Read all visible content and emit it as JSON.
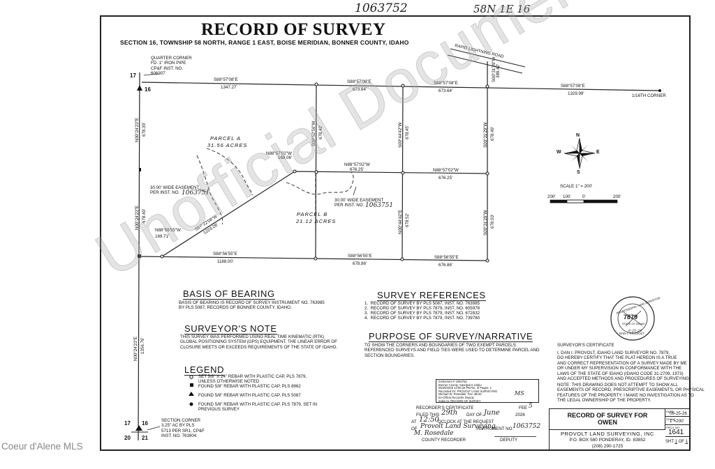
{
  "top_marks": {
    "instrument": "1063752",
    "location": "58N 1E 16"
  },
  "title": "RECORD OF SURVEY",
  "subtitle": "SECTION 16, TOWNSHIP 58 NORTH, RANGE 1 EAST, BOISE MERIDIAN, BONNER COUNTY, IDAHO",
  "quarter_corner": "QUARTER CORNER\nFD. 1\" IRON PIPE\nCP&F INST. NO.\n606307",
  "road": "RAPID LIGHTNING ROAD",
  "corner_1_16": "1/16TH CORNER",
  "section_numbers": {
    "a": "17",
    "b": "16",
    "c": "17",
    "d": "16",
    "e": "20",
    "f": "21"
  },
  "section_corner": "SECTION CORNER\n3.25\" AC BY PLS\n5713 PER SR1, CP&F\nINST. NO. 763904",
  "bearings": {
    "top1": "S88°57'08\"E",
    "top1d": "1347.27'",
    "top2": "S88°57'08\"E",
    "top2d": "673.64'",
    "top3": "S88°57'08\"E",
    "top3d": "673.64'",
    "top4": "S88°57'08\"E",
    "top4d": "1329.99'",
    "road_seg": "S00°31'29\"W",
    "road_segd": "389.42'",
    "v1": "S00°52'56\"W",
    "v1d": "678.42'",
    "v2": "S00°44'42\"W",
    "v2d": "678.45'",
    "v3": "S00°31'29\"W",
    "v3d": "678.49'",
    "v4": "N00°44'42\"E",
    "v4d": "678.52'",
    "v5": "S00°31'29\"W",
    "v5d": "678.50'",
    "west1": "N00°24'23\"E",
    "west1d": "678.39'",
    "west2": "N00°24'23\"E",
    "west2d": "678.40'",
    "west3": "N00°24'23\"E",
    "west3d": "1356.79'",
    "mid1": "N88°57'02\"W",
    "mid1d": "169.06'",
    "mid2": "N88°57'02\"W",
    "mid2d": "676.25'",
    "mid3": "N88°57'02\"W",
    "mid3d": "676.25'",
    "diag": "S57°22'08\"W",
    "diagd": "1223.28'",
    "west_jog": "N88°56'55\"W",
    "west_jogd": "169.71'",
    "bot1": "S88°56'55\"E",
    "bot1d": "1188.00'",
    "bot2": "S88°56'55\"E",
    "bot2d": "678.86'",
    "bot3": "S88°56'55\"E",
    "bot3d": "676.86'"
  },
  "parcel_a": {
    "name": "PARCEL A",
    "area": "31.56 ACRES"
  },
  "parcel_b": {
    "name": "PARCEL B",
    "area": "21.12 ACRES"
  },
  "easement_a": {
    "text": "30.00' WIDE EASEMENT\nPER INST. NO.",
    "inst": "1063751"
  },
  "easement_b": {
    "text": "30.00' WIDE EASEMENT\nPER INST. NO.",
    "inst": "1063751"
  },
  "compass": {
    "n": "N",
    "s": "S",
    "e": "E",
    "w": "W"
  },
  "scale": {
    "label": "SCALE 1\" = 200'",
    "ticks": [
      "200'",
      "100'",
      "0'",
      "200'"
    ]
  },
  "basis": {
    "heading": "BASIS OF BEARING",
    "text": "BASIS OF BEARING IS RECORD OF SURVEY INSTRUMENT NO. 763985\nBY PLS 5087, RECORDS OF BONNER COUNTY, IDAHO."
  },
  "note": {
    "heading": "SURVEYOR'S NOTE",
    "text": "THIS SURVEY WAS PERFORMED USING REAL TIME KINEMATIC (RTK)\nGLOBAL POSITIONING SYSTEM (GPS) EQUIPMENT. THE LINEAR ERROR OF\nCLOSURE MEETS OR EXCEEDS REQUIREMENTS OF THE STATE OF IDAHO."
  },
  "legend": {
    "heading": "LEGEND",
    "items": [
      "SET 5/8\" X 24\" REBAR WITH PLASTIC CAP, PLS 7879,\nUNLESS OTHERWISE NOTED",
      "FOUND 5/8\" REBAR WITH PLASTIC CAP, PLS 8962",
      "FOUND 5/8\" REBAR WITH PLASTIC CAP, PLS 5087",
      "FOUND 5/8\" REBAR WITH PLASTIC CAP, PLS 7879, SET IN\nPREVIOUS SURVEY"
    ]
  },
  "references": {
    "heading": "SURVEY REFERENCES",
    "items": [
      "1.  RECORD OF SURVEY BY PLS 5087, INST. NO. 763985",
      "2.  RECORD OF SURVEY BY PLS 7879, INST. NO. 605978",
      "3.  RECORD OF SURVEY BY PLS 7879, INST. NO. 672832",
      "4.  RECORD OF SURVEY BY PLS 7879, INST. NO. 739780"
    ]
  },
  "purpose": {
    "heading": "PURPOSE OF SURVEY/NARRATIVE",
    "text": "TO SHOW THE CORNERS AND BOUNDARIES OF TWO EXEMPT PARCELS.\nREFERENCED SURVEYS AND FIELD TIES WERE USED TO DETERMINE PARCEL AND\nSECTION BOUNDARIES."
  },
  "stamp": {
    "text": "Instrument # 1063752\nBonner County, Sandpoint, Idaho\n06/29/2026 12:50:26 PM No. of Pages: 1\nRecorded for: PROVOLT LAND SURVEYING\nMichael W. Rosedale  Fee: $5.00\nEx-Officio Recorder Deputy\nIndex to: RECORD OF SURVEY",
    "initials": "MS"
  },
  "recorder": {
    "heading": "RECORDER'S CERTIFICATE",
    "fee_label": "FEE",
    "fee": "5",
    "filed_label": "FILED THIS",
    "day": "29th",
    "day_label": "DAY OF",
    "month": "June",
    "year": "2026",
    "at_label": "AT",
    "time": "12:50",
    "oclock": "OCLOCK AT THE REQUEST",
    "of_label": "OF",
    "requester": "Provolt Land Surveying",
    "inst_label": "INSTRUMENT NO.",
    "inst": "1063752",
    "recorder_name": "M. Rosedale",
    "county_recorder": "COUNTY RECORDER",
    "deputy": "DEPUTY"
  },
  "seal": {
    "top": "PROFESSIONAL LAND SURVEYOR",
    "number": "7879",
    "state": "STATE OF IDAHO",
    "name": "DAN I. PROVOLT",
    "date": "6-25-26"
  },
  "certificate": {
    "heading": "SURVEYOR'S CERTIFICATE",
    "text": "I, DAN I. PROVOLT, IDAHO LAND SURVEYOR NO. 7879,\nDO HEREBY CERTIFY THAT THE PLAT HEREON IS A TRUE\nAND CORRECT REPRESENTATION OF A SURVEY MADE BY ME\nOR UNDER MY SUPERVISION IN CONFORMANCE WITH THE\nLAWS OF THE STATE OF IDAHO (IDAHO CODE 31-2709, 1973)\nAND ACCEPTED METHODS AND PROCEDURES OF SURVEYING."
  },
  "disclaimer": "NOTE: THIS DRAWING DOES NOT ATTEMPT TO SHOW ALL\nEASEMENTS OF RECORD, PRESCRIPTIVE EASEMENTS, OR PHYSICAL\nFEATURES OF THE PROPERTY. I MAKE NO INVESTIGATION AS TO\nTHE LEGAL OWNERSHIP OF THE PROPERTY.",
  "title_block": {
    "record": "RECORD OF SURVEY FOR\nOWEN",
    "company": "PROVOLT LAND SURVEYING, INC",
    "address": "P.O. BOX 580 PONDERAY, ID. 83852",
    "phone": "(208) 290-1725",
    "date_label": "DATE:",
    "date": "06-25-26",
    "scale_label": "SCALE:",
    "scale": "1\"=200'",
    "proj_label": "PROJ. NO.",
    "proj": "1641",
    "sheet_label": "SHT",
    "sheet_num": "1",
    "of_label": "OF",
    "sheet_total": "1"
  },
  "watermark": "Unofficial Document",
  "footer": "Coeur d'Alene MLS"
}
